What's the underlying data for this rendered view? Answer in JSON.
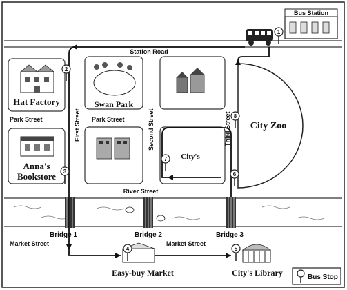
{
  "places": {
    "bus_station": "Bus Station",
    "hat_factory": "Hat Factory",
    "swan_park": "Swan Park",
    "city_zoo": "City Zoo",
    "annas_bookstore_1": "Anna's",
    "annas_bookstore_2": "Bookstore",
    "city_gym": "City's",
    "easy_buy_market": "Easy-buy Market",
    "city_library": "City's Library"
  },
  "streets": {
    "station_road": "Station Road",
    "park_street_left": "Park Street",
    "park_street_mid": "Park Street",
    "first_street": "First Street",
    "second_street": "Second Street",
    "third_street": "Third Street",
    "river_street": "River Street",
    "market_street_left": "Market Street",
    "market_street_right": "Market Street"
  },
  "bridges": {
    "bridge1": "Bridge 1",
    "bridge2": "Bridge 2",
    "bridge3": "Bridge 3"
  },
  "bus_stops": [
    "1",
    "2",
    "3",
    "4",
    "5",
    "6",
    "7",
    "8"
  ],
  "legend": {
    "label": "Bus Stop"
  }
}
